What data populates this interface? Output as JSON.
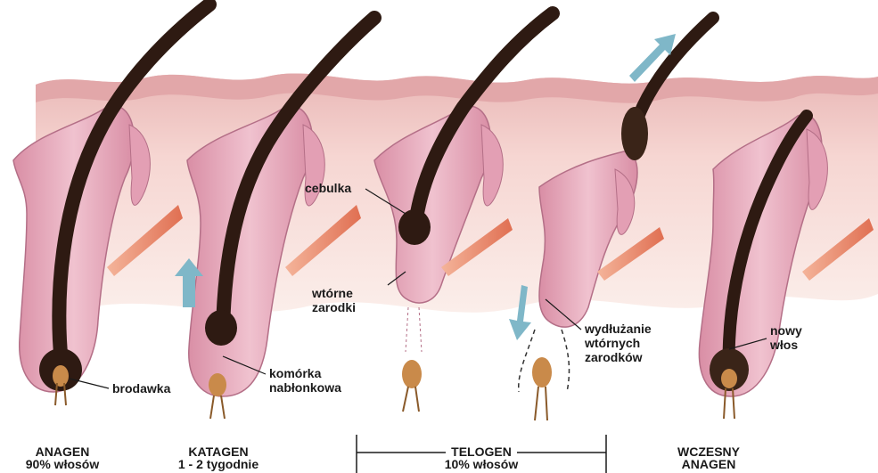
{
  "stages": [
    {
      "name": "ANAGEN",
      "sub": "90% włosów"
    },
    {
      "name": "KATAGEN",
      "sub": "1 - 2 tygodnie"
    },
    {
      "name": "TELOGEN",
      "sub": "10% włosów"
    },
    {
      "name": "WCZESNY",
      "sub": "ANAGEN"
    }
  ],
  "labels": {
    "brodawka": "brodawka",
    "komorka_1": "komórka",
    "komorka_2": "nabłonkowa",
    "cebulka": "cebulka",
    "wtorne_1": "wtórne",
    "wtorne_2": "zarodki",
    "wydluzanie_1": "wydłużanie",
    "wydluzanie_2": "wtórnych",
    "wydluzanie_3": "zarodków",
    "nowy_1": "nowy",
    "nowy_2": "włos"
  },
  "colors": {
    "skin": "#f2c9c4",
    "dermis": "#f7dcd8",
    "follicle": "#e6a9bb",
    "hair": "#2e1a12",
    "muscle": "#e98a6d",
    "arrow": "#7fb7c8",
    "papilla": "#c98a4a"
  }
}
